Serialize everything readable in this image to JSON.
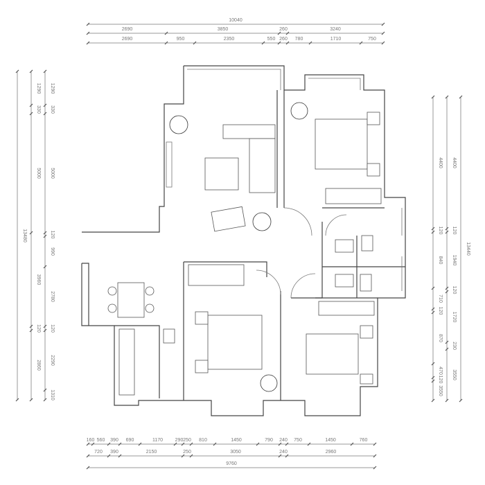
{
  "title": "Apartment floor plan",
  "dimensions": {
    "top": {
      "total": "10040",
      "row2": [
        "2690",
        "3850",
        "260",
        "3240"
      ],
      "row3": [
        "2690",
        "950",
        "2350",
        "550",
        "260",
        "780",
        "1710",
        "750"
      ]
    },
    "bottom": {
      "row1": [
        "160",
        "560",
        "390",
        "690",
        "1170",
        "290",
        "250",
        "810",
        "1450",
        "790",
        "240",
        "750",
        "1450",
        "760"
      ],
      "row2": [
        "720",
        "390",
        "2150",
        "250",
        "3050",
        "240",
        "2960"
      ],
      "total": "9760"
    },
    "left": {
      "total": "13480",
      "outer": [
        "1290",
        "330",
        "5000",
        "3960",
        "120",
        "2860"
      ],
      "inner": [
        "1290",
        "330",
        "5000",
        "120",
        "990",
        "2780",
        "120",
        "2290",
        "1310"
      ]
    },
    "right": {
      "total": "13440",
      "outer": [
        "4400",
        "120",
        "1940",
        "120",
        "1720",
        "230",
        "3550"
      ],
      "inner": [
        "4400",
        "120",
        "840",
        "710",
        "120",
        "870",
        "470",
        "120",
        "3550"
      ]
    }
  },
  "colors": {
    "wall": "#444444",
    "dimension": "#9a9a9a",
    "text": "#777777"
  }
}
